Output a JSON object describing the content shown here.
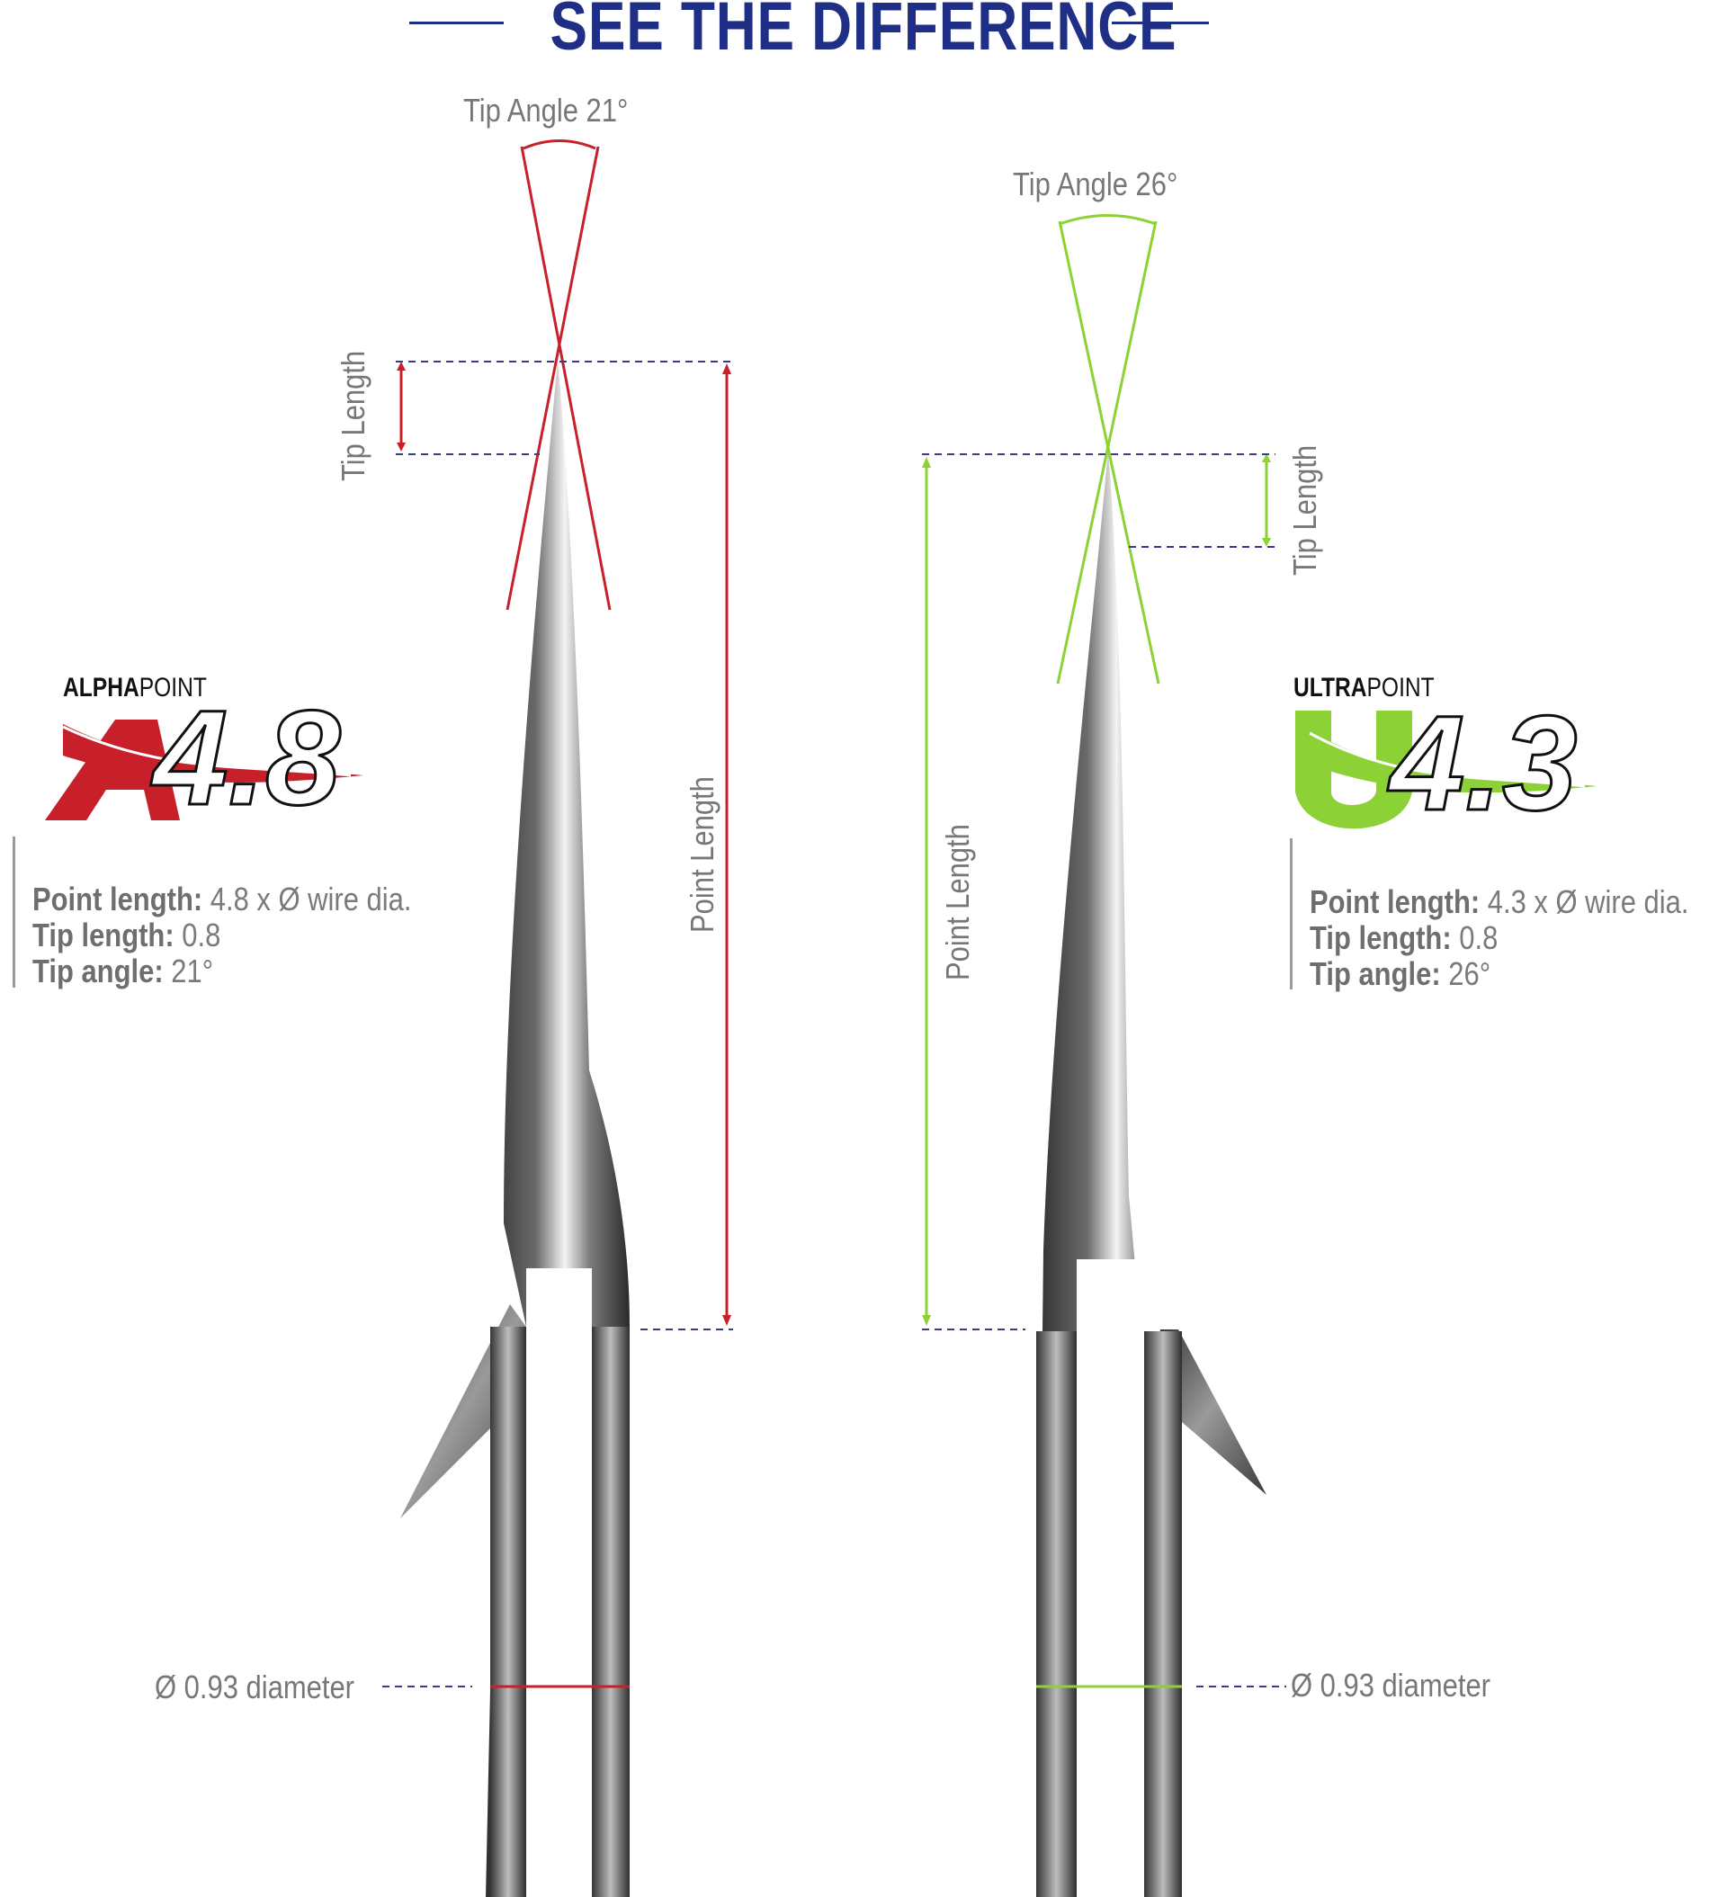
{
  "header": {
    "title": "SEE THE DIFFERENCE"
  },
  "left": {
    "tip_angle_label": "Tip Angle 21°",
    "tip_length_label": "Tip Length",
    "point_length_label": "Point Length",
    "diameter_label": "Ø 0.93 diameter",
    "accent_color": "#c8202a",
    "logo": {
      "brand_bold": "ALPHA",
      "brand_light": "POINT",
      "letter": "A",
      "number": "4.8"
    },
    "specs": [
      {
        "key": "Point length:",
        "value": " 4.8 x Ø wire dia."
      },
      {
        "key": "Tip length:",
        "value": " 0.8"
      },
      {
        "key": "Tip angle:",
        "value": " 21°"
      }
    ]
  },
  "right": {
    "tip_angle_label": "Tip Angle 26°",
    "tip_length_label": "Tip Length",
    "point_length_label": "Point Length",
    "diameter_label": "Ø 0.93 diameter",
    "accent_color": "#8cd135",
    "logo": {
      "brand_bold": "ULTRA",
      "brand_light": "POINT",
      "letter": "U",
      "number": "4.3"
    },
    "specs": [
      {
        "key": "Point length:",
        "value": " 4.3 x Ø wire dia."
      },
      {
        "key": "Tip length:",
        "value": " 0.8"
      },
      {
        "key": "Tip angle:",
        "value": " 26°"
      }
    ]
  },
  "guide_color": "#3a3a8c"
}
